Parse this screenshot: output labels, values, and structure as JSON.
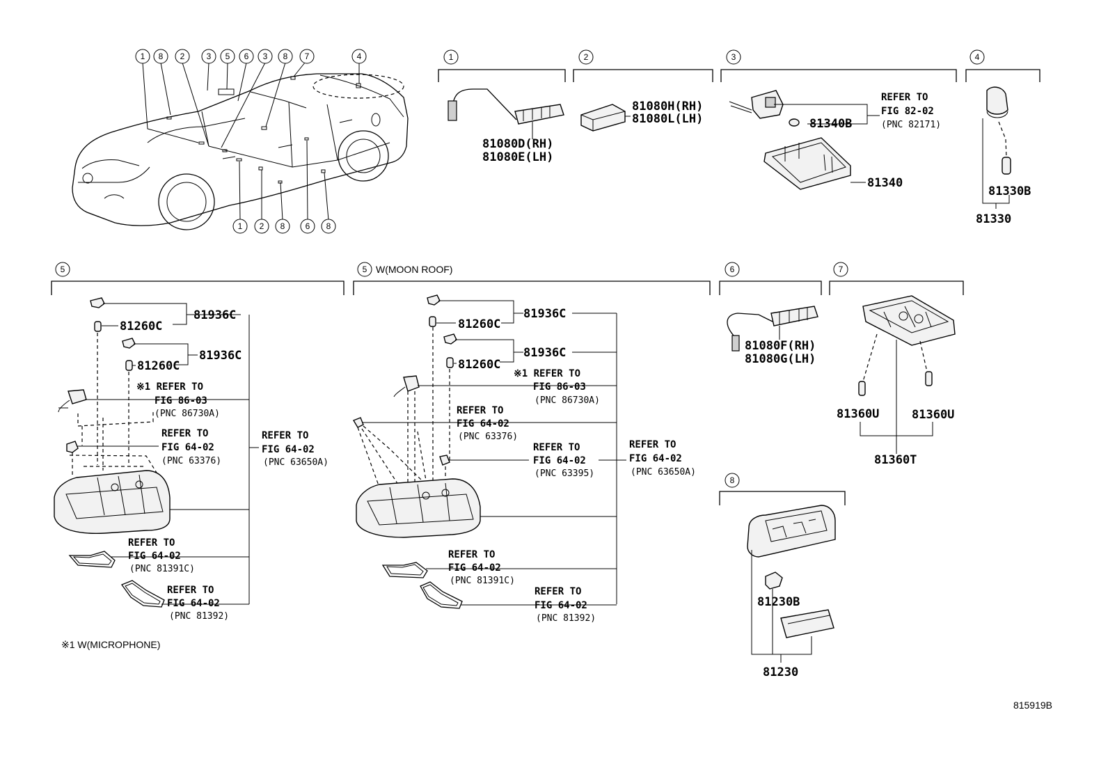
{
  "diagram_id": "815919B",
  "car_callouts": {
    "top": [
      "1",
      "8",
      "2",
      "3",
      "5",
      "6",
      "3",
      "8",
      "7",
      "4"
    ],
    "bottom": [
      "1",
      "2",
      "8",
      "6",
      "8"
    ]
  },
  "section_1": {
    "num": "1",
    "parts": [
      "81080D(RH)",
      "81080E(LH)"
    ]
  },
  "section_2": {
    "num": "2",
    "parts": [
      "81080H(RH)",
      "81080L(LH)"
    ]
  },
  "section_3": {
    "num": "3",
    "ref": [
      "REFER TO",
      "FIG 82-02",
      "(PNC 82171)"
    ],
    "bulb": "81340B",
    "lamp": "81340"
  },
  "section_4": {
    "num": "4",
    "bulb": "81330B",
    "assy": "81330"
  },
  "section_5a": {
    "num": "5",
    "title": "",
    "p_81936c_1": "81936C",
    "p_81260c_1": "81260C",
    "p_81936c_2": "81936C",
    "p_81260c_2": "81260C",
    "ref_mic": [
      "※1 REFER TO",
      "FIG 86-03",
      "(PNC 86730A)"
    ],
    "ref_63376": [
      "REFER TO",
      "FIG 64-02",
      "(PNC 63376)"
    ],
    "ref_63650a": [
      "REFER TO",
      "FIG 64-02",
      "(PNC 63650A)"
    ],
    "ref_81391c": [
      "REFER TO",
      "FIG 64-02",
      "(PNC 81391C)"
    ],
    "ref_81392": [
      "REFER TO",
      "FIG 64-02",
      "(PNC 81392)"
    ],
    "footnote": "※1 W(MICROPHONE)"
  },
  "section_5b": {
    "num": "5",
    "title": "W(MOON ROOF)",
    "p_81936c_1": "81936C",
    "p_81260c_1": "81260C",
    "p_81936c_2": "81936C",
    "p_81260c_2": "81260C",
    "ref_mic": [
      "※1 REFER TO",
      "FIG 86-03",
      "(PNC 86730A)"
    ],
    "ref_63376": [
      "REFER TO",
      "FIG 64-02",
      "(PNC 63376)"
    ],
    "ref_63395": [
      "REFER TO",
      "FIG 64-02",
      "(PNC 63395)"
    ],
    "ref_63650a": [
      "REFER TO",
      "FIG 64-02",
      "(PNC 63650A)"
    ],
    "ref_81391c": [
      "REFER TO",
      "FIG 64-02",
      "(PNC 81391C)"
    ],
    "ref_81392": [
      "REFER TO",
      "FIG 64-02",
      "(PNC 81392)"
    ]
  },
  "section_6": {
    "num": "6",
    "parts": [
      "81080F(RH)",
      "81080G(LH)"
    ]
  },
  "section_7": {
    "num": "7",
    "bulb_l": "81360U",
    "bulb_r": "81360U",
    "assy": "81360T"
  },
  "section_8": {
    "num": "8",
    "bulb": "81230B",
    "assy": "81230"
  }
}
